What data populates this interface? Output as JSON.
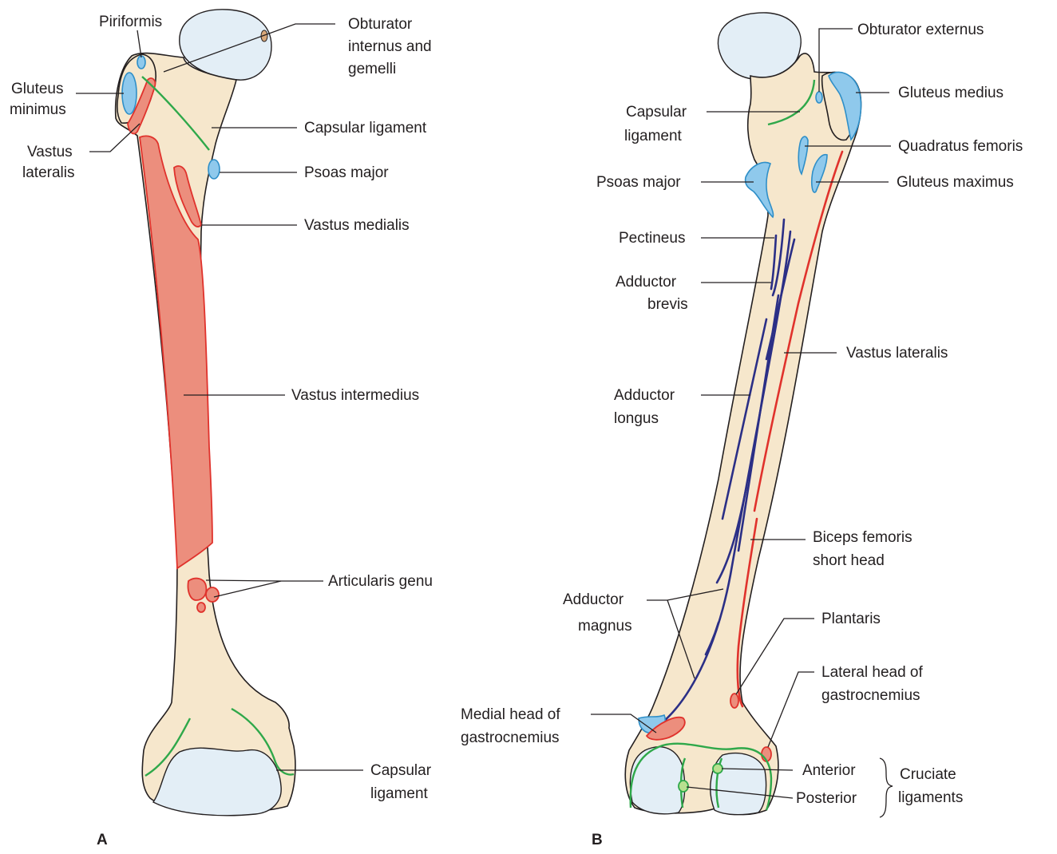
{
  "panels": {
    "a": "A",
    "b": "B"
  },
  "labels_a": {
    "piriformis": "Piriformis",
    "gluteus_minimus_1": "Gluteus",
    "gluteus_minimus_2": "minimus",
    "vastus_lateralis_1": "Vastus",
    "vastus_lateralis_2": "lateralis",
    "obturator_1": "Obturator",
    "obturator_2": "internus and",
    "obturator_3": "gemelli",
    "capsular_ligament": "Capsular ligament",
    "psoas_major": "Psoas major",
    "vastus_medialis": "Vastus medialis",
    "vastus_intermedius": "Vastus intermedius",
    "articularis_genu": "Articularis genu",
    "capsular_ligament_low_1": "Capsular",
    "capsular_ligament_low_2": "ligament"
  },
  "labels_b": {
    "obturator_externus": "Obturator externus",
    "gluteus_medius": "Gluteus medius",
    "capsular_1": "Capsular",
    "capsular_2": "ligament",
    "quadratus_femoris": "Quadratus femoris",
    "psoas_major": "Psoas major",
    "gluteus_maximus": "Gluteus maximus",
    "pectineus": "Pectineus",
    "adductor_brevis_1": "Adductor",
    "adductor_brevis_2": "brevis",
    "vastus_lateralis": "Vastus lateralis",
    "adductor_longus_1": "Adductor",
    "adductor_longus_2": "longus",
    "biceps_1": "Biceps femoris",
    "biceps_2": "short head",
    "adductor_magnus_1": "Adductor",
    "adductor_magnus_2": "magnus",
    "plantaris": "Plantaris",
    "lateral_head_1": "Lateral head of",
    "lateral_head_2": "gastrocnemius",
    "medial_head_1": "Medial head of",
    "medial_head_2": "gastrocnemius",
    "anterior": "Anterior",
    "posterior": "Posterior",
    "cruciate_1": "Cruciate",
    "cruciate_2": "ligaments"
  },
  "colors": {
    "bone": "#f6e7cc",
    "cartilage": "#e3eef6",
    "origin_red": "#e0322c",
    "insertion_blue": "#2f8fc8",
    "adductor_navy": "#2b2f86",
    "capsule_green": "#2fa84a"
  }
}
